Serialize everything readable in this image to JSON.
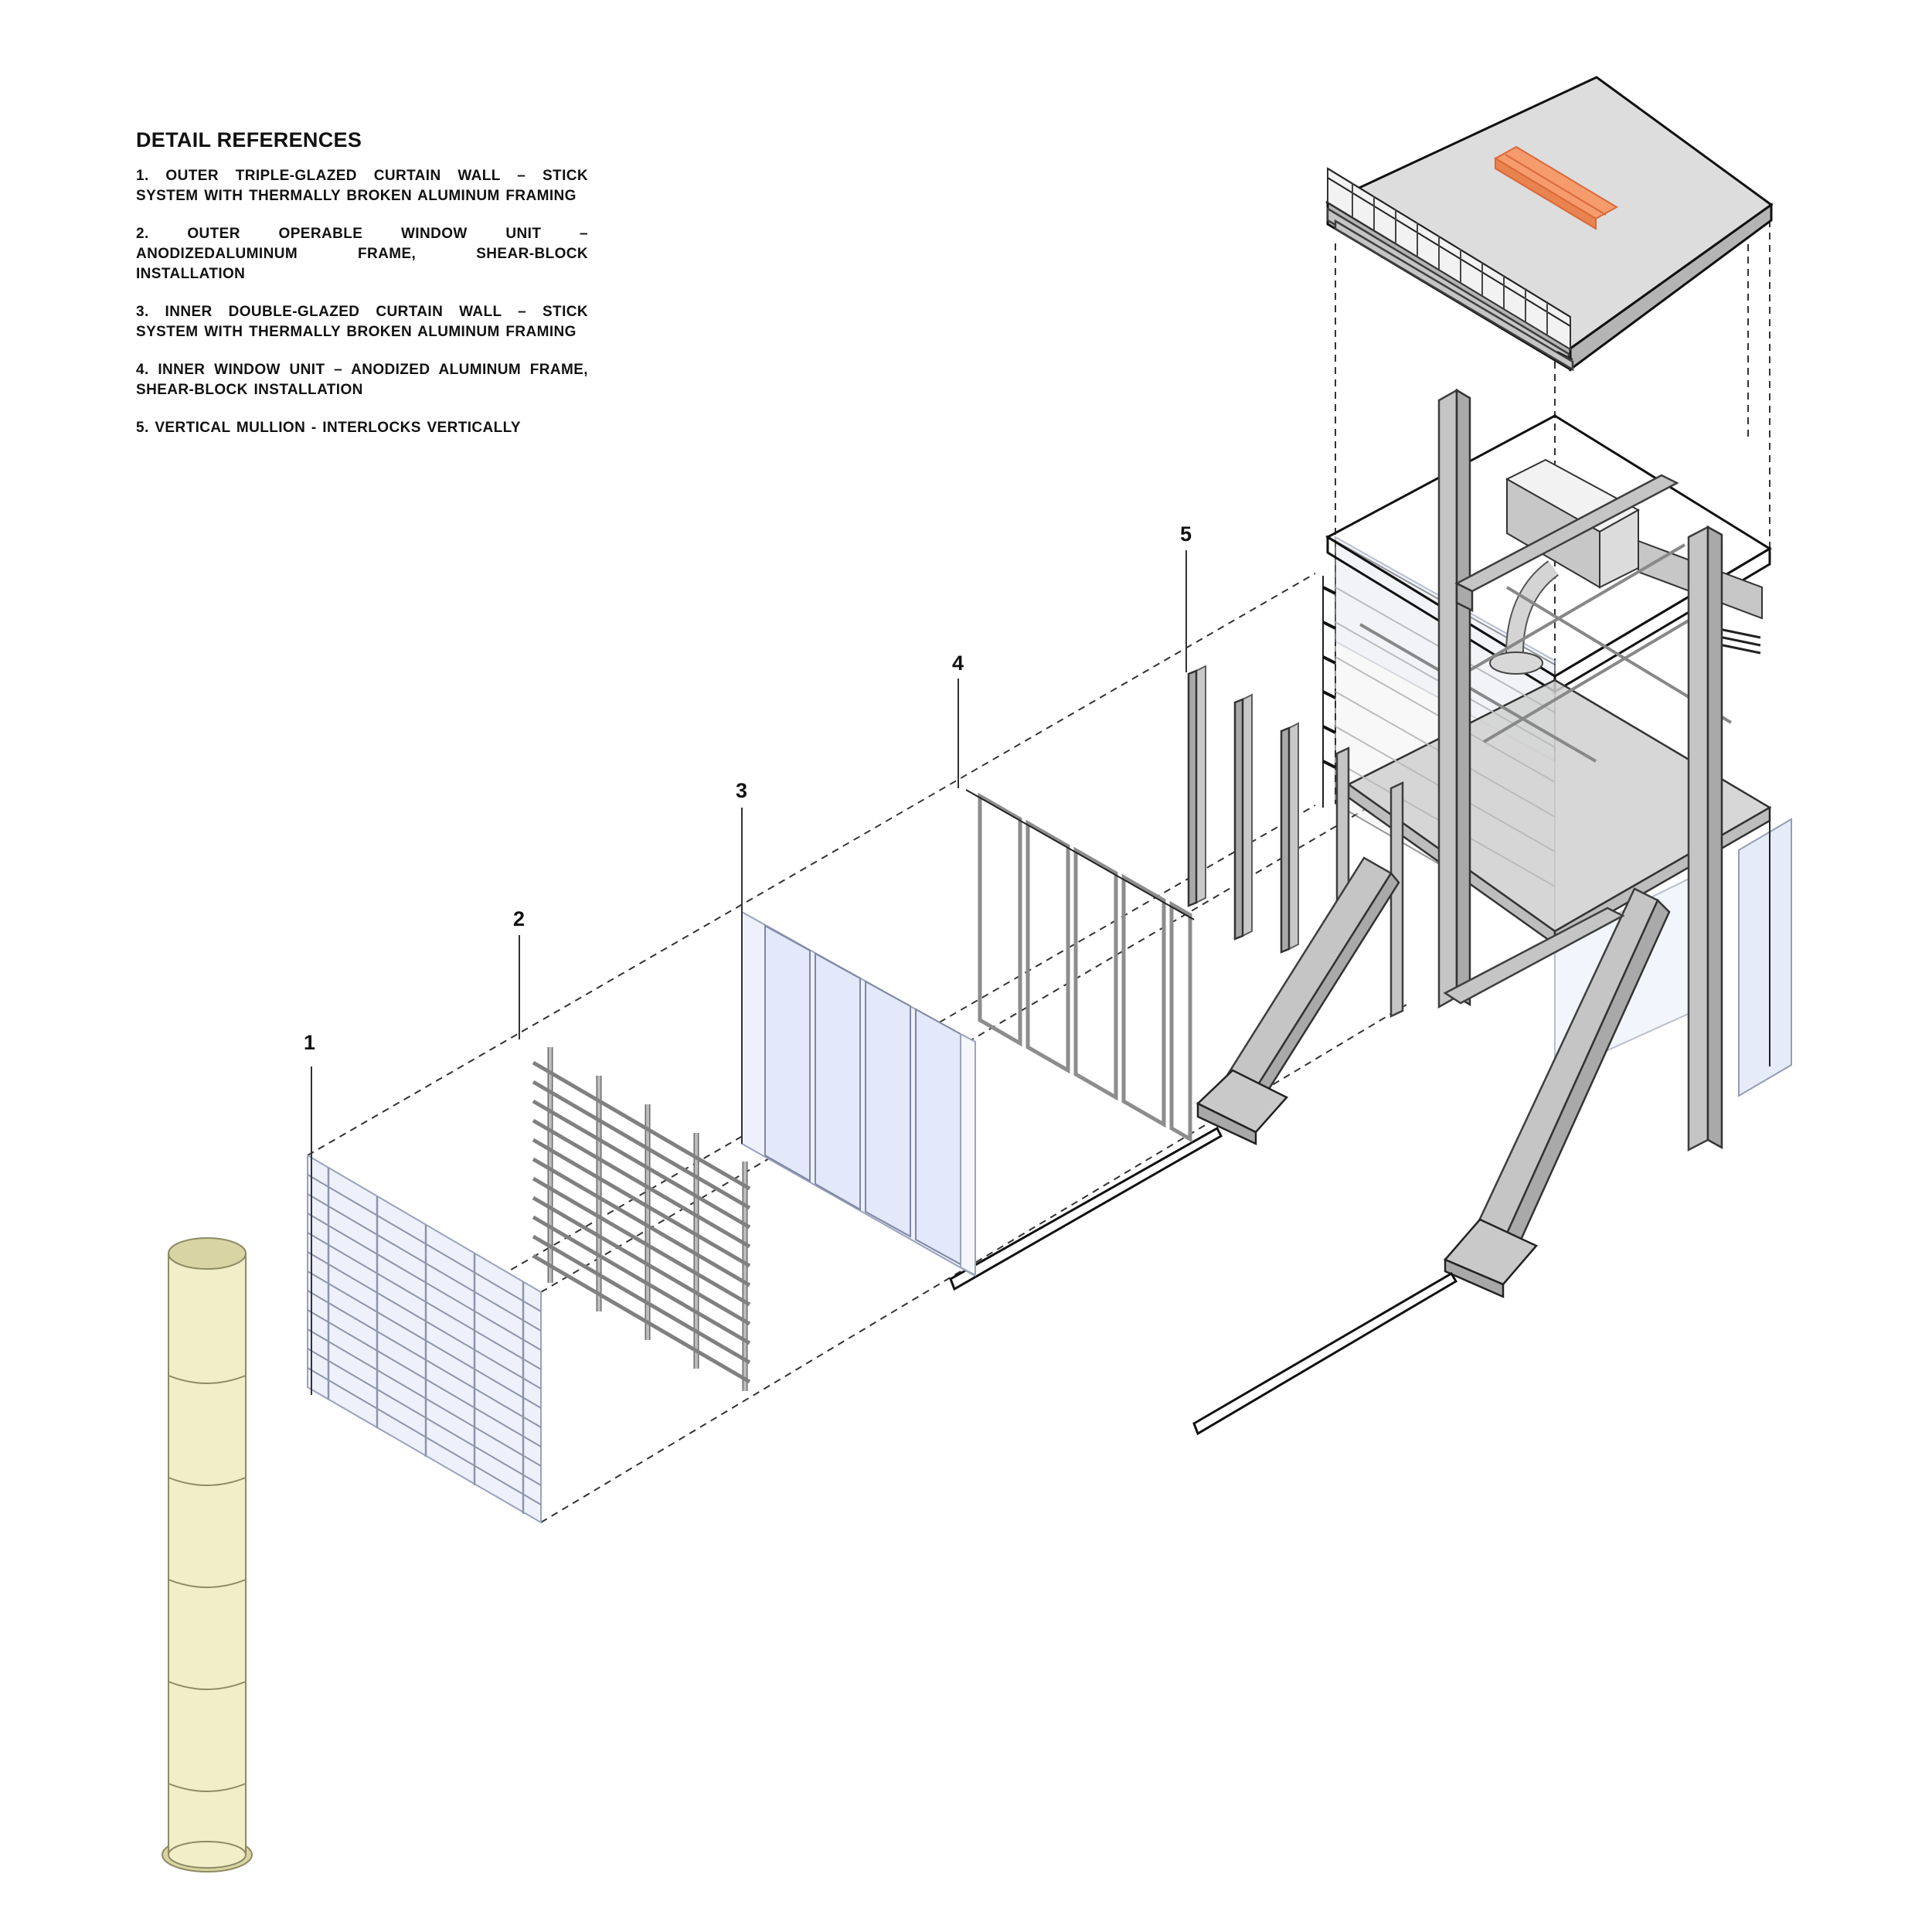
{
  "legend": {
    "title": "DETAIL REFERENCES",
    "items": [
      "1. OUTER TRIPLE-GLAZED CURTAIN WALL –  STICK SYSTEM WITH THERMALLY BROKEN ALUMINUM FRAMING",
      "2. OUTER OPERABLE WINDOW UNIT – ANODIZEDALUMINUM FRAME, SHEAR-BLOCK INSTALLATION",
      "3. INNER DOUBLE-GLAZED CURTAIN WALL – STICK SYSTEM WITH THERMALLY BROKEN ALUMINUM FRAMING",
      "4. INNER WINDOW UNIT – ANODIZED ALUMINUM FRAME, SHEAR-BLOCK INSTALLATION",
      "5. VERTICAL MULLION - INTERLOCKS VERTICALLY"
    ]
  },
  "callouts": [
    "1",
    "2",
    "3",
    "4",
    "5"
  ],
  "colors": {
    "line": "#111111",
    "glass": "#eef1fb",
    "steel": "#c5c5c5",
    "slab": "#dddddd",
    "accent_orange": "#f59b6c",
    "column": "#f1eec8"
  }
}
